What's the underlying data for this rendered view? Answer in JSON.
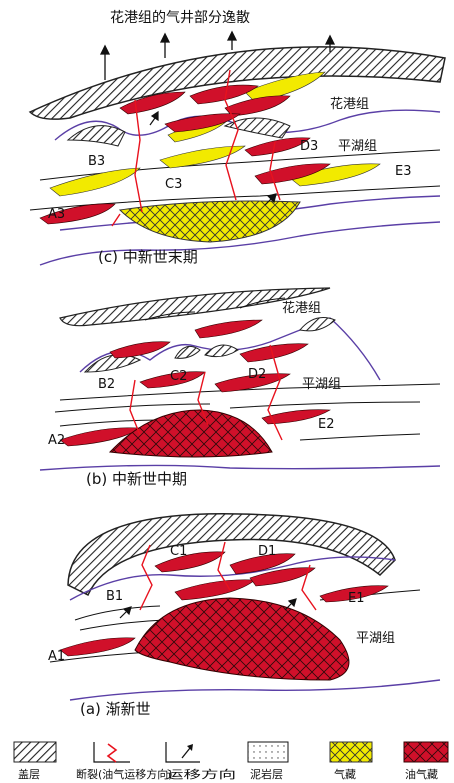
{
  "top_title": "花港组的气井部分逸散",
  "panels": [
    {
      "caption": "(c) 中新世末期",
      "formation_upper": "花港组",
      "formation_mid": "平湖组",
      "labels": [
        "B3",
        "C3",
        "D3",
        "E3",
        "A3"
      ]
    },
    {
      "caption": "(b) 中新世中期",
      "formation_upper": "花港组",
      "formation_mid": "平湖组",
      "labels": [
        "B2",
        "C2",
        "D2",
        "E2",
        "A2"
      ]
    },
    {
      "caption": "(a) 渐新世",
      "formation_mid": "平湖组",
      "labels": [
        "B1",
        "C1",
        "D1",
        "E1",
        "A1"
      ]
    }
  ],
  "legend": [
    {
      "label": "盖层",
      "icon": "hatch-icon"
    },
    {
      "label": "断裂(油气运移方向)",
      "icon": "fault-icon"
    },
    {
      "label": "运移方向",
      "icon": "arrow-icon"
    },
    {
      "label": "泥岩层",
      "icon": "dotted-box-icon"
    },
    {
      "label": "气藏",
      "icon": "gas-reservoir-icon"
    },
    {
      "label": "油气藏",
      "icon": "oil-gas-reservoir-icon"
    }
  ],
  "colors": {
    "oil": "#d0102a",
    "gas": "#f2ea00",
    "boundary": "#5a3fa6",
    "fault": "#e8121e",
    "hatch": "#222222"
  }
}
